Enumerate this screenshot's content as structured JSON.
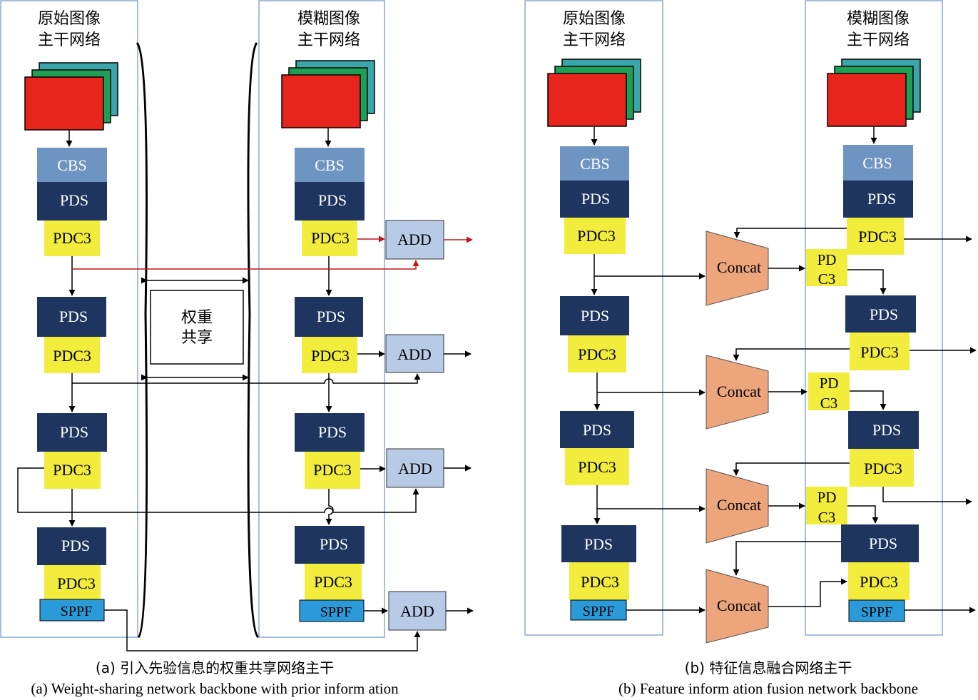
{
  "panel_a": {
    "col_left_title": [
      "原始图像",
      "主干网络"
    ],
    "col_right_title": [
      "模糊图像",
      "主干网络"
    ],
    "shared_weights_label": [
      "权重",
      "共享"
    ],
    "blocks": {
      "cbs": "CBS",
      "pds": "PDS",
      "pdc3": "PDC3",
      "sppf": "SPPF",
      "add": "ADD"
    },
    "caption_zh": "(a) 引入先验信息的权重共享网络主干",
    "caption_en": "(a) Weight-sharing network backbone with prior inform ation"
  },
  "panel_b": {
    "col_left_title": [
      "原始图像",
      "主干网络"
    ],
    "col_right_title": [
      "模糊图像",
      "主干网络"
    ],
    "blocks": {
      "cbs": "CBS",
      "pds": "PDS",
      "pdc3": "PDC3",
      "sppf": "SPPF",
      "concat": "Concat",
      "pdc3_split": [
        "PD",
        "C3"
      ]
    },
    "caption_zh": "(b) 特征信息融合网络主干",
    "caption_en": "(b) Feature inform ation fusion network backbone"
  },
  "colors": {
    "red": "#e8251d",
    "green": "#1f9e55",
    "teal": "#3aa6a9",
    "cbs": "#6e94c2",
    "pds": "#1e355f",
    "pdc3": "#f2ec3c",
    "sppf": "#2a9bd8",
    "add": "#b8cbe6",
    "concat": "#eda57c",
    "frame": "#8aa8d2",
    "accent_line": "#c0161c"
  }
}
